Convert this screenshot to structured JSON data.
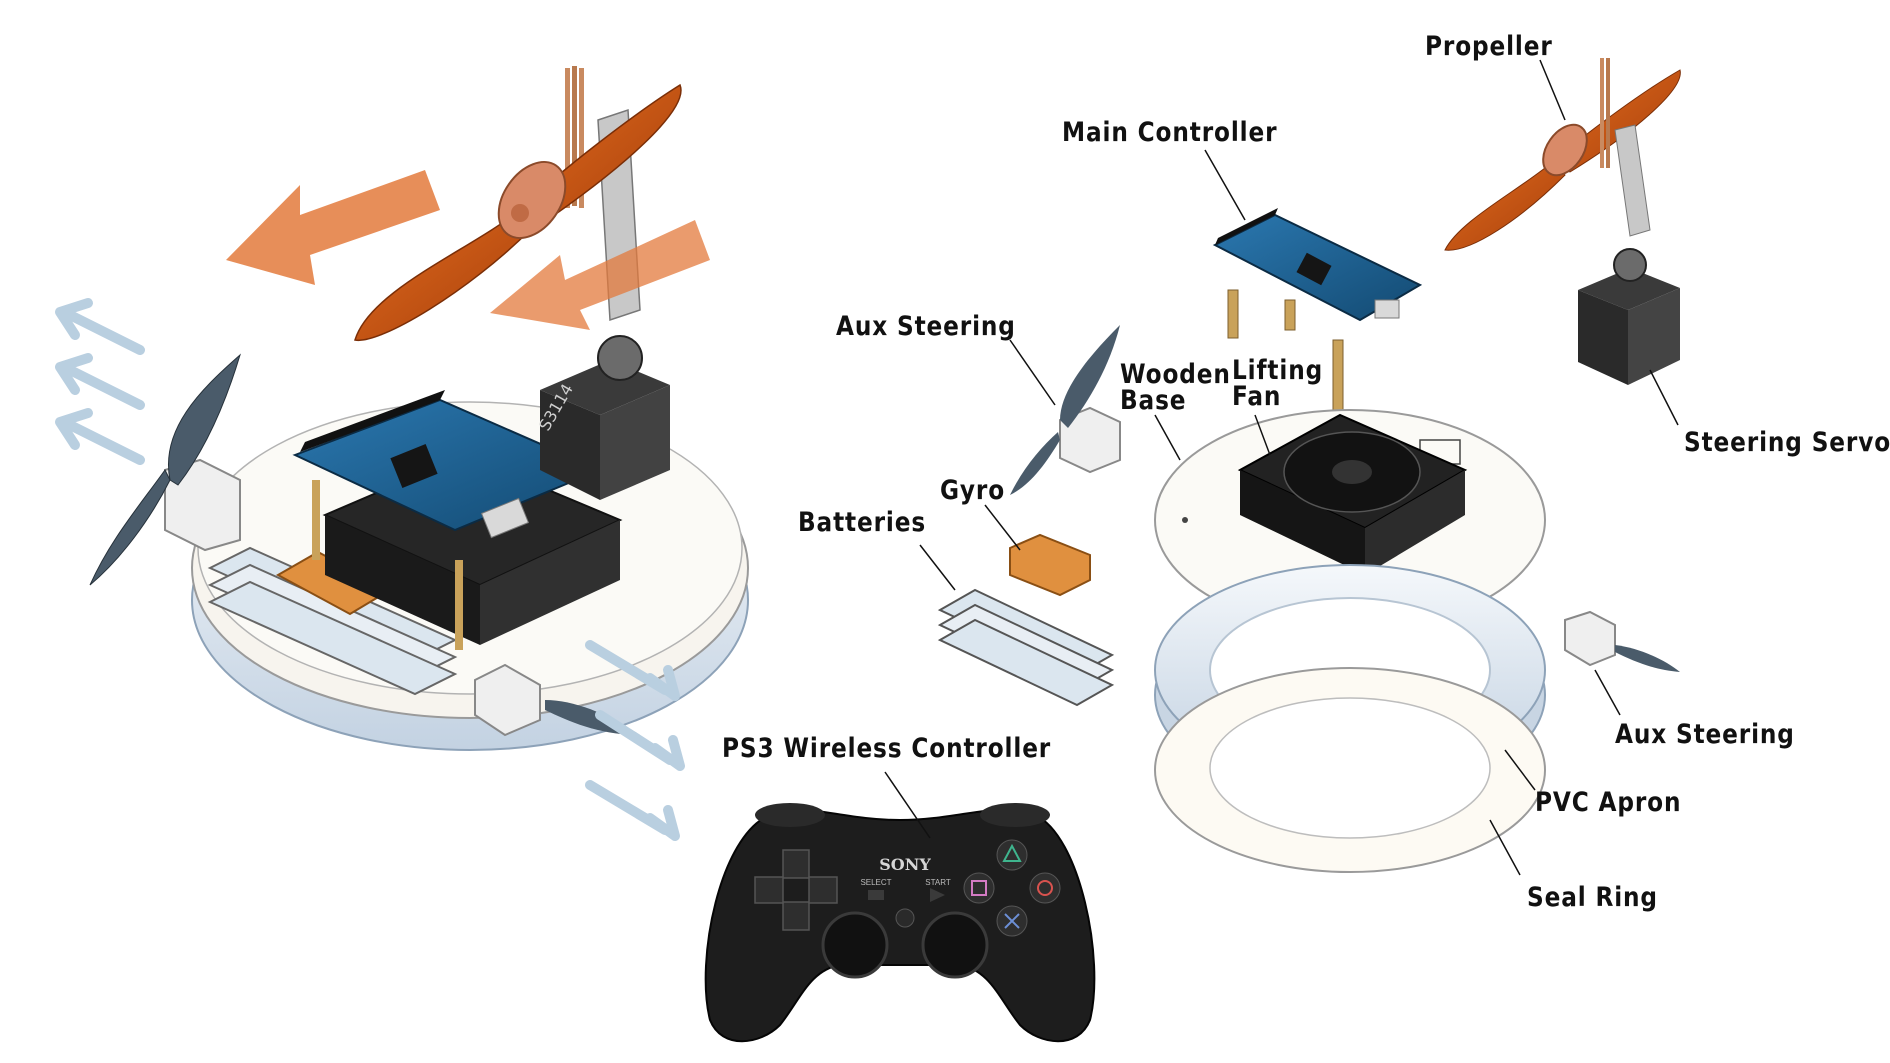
{
  "callouts": {
    "propeller": "Propeller",
    "main_controller": "Main Controller",
    "aux_steering_top": "Aux Steering",
    "wooden_base": "Wooden\nBase",
    "lifting_fan": "Lifting\nFan",
    "gyro": "Gyro",
    "batteries": "Batteries",
    "steering_servo": "Steering Servo",
    "aux_steering_bottom": "Aux Steering",
    "pvc_apron": "PVC Apron",
    "seal_ring": "Seal Ring",
    "ps3_controller": "PS3 Wireless Controller"
  },
  "controller_markings": {
    "brand": "SONY",
    "select": "SELECT",
    "start": "START"
  },
  "servo_marking": "S3114",
  "colors": {
    "propeller": "#c4520f",
    "thrust_arrow": "#e37a3c",
    "air_arrow": "#b9cfe0",
    "arduino_board": "#1d5f8f",
    "battery": "#dbe6ef",
    "gyro": "#e0903f",
    "fan": "#1e1e1e",
    "apron": "#d9e3ee"
  }
}
